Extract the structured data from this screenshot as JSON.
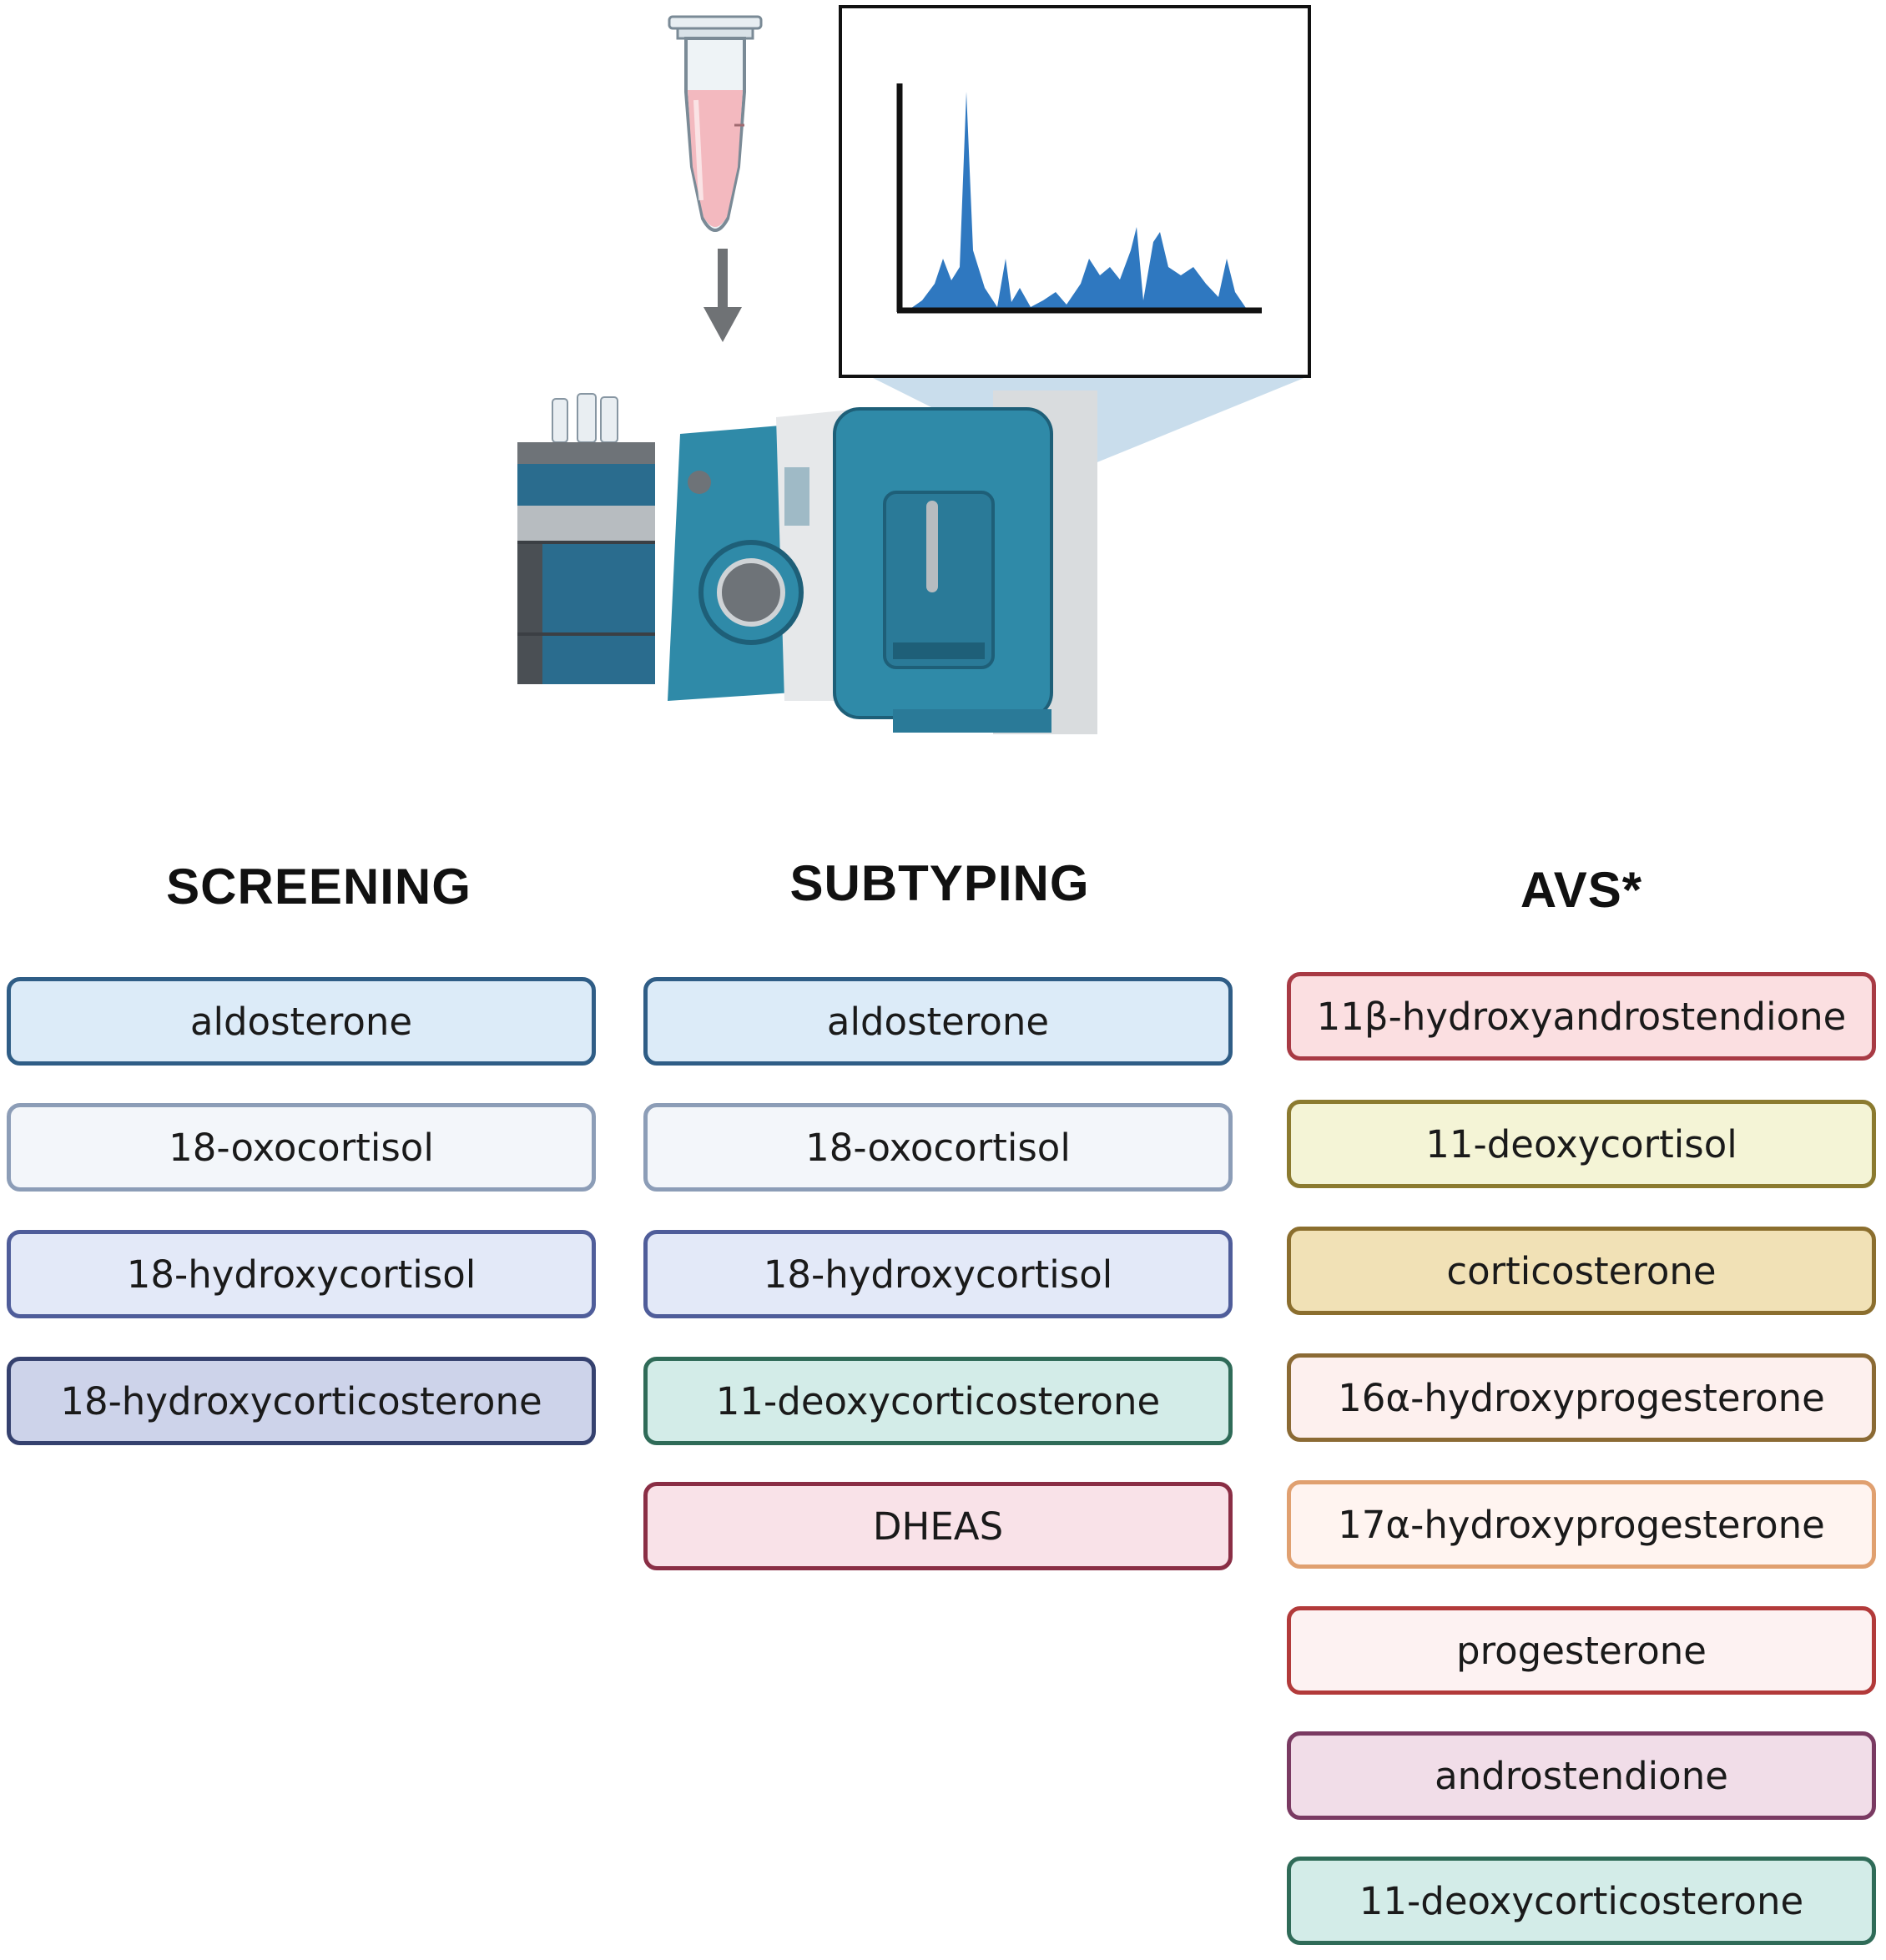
{
  "columns": [
    {
      "title": "SCREENING",
      "items": [
        {
          "label": "aldosterone",
          "fill": "#dcebf8",
          "border": "#2f5d86"
        },
        {
          "label": "18-oxocortisol",
          "fill": "#f3f6fa",
          "border": "#8c9db7"
        },
        {
          "label": "18-hydroxycortisol",
          "fill": "#e3e9f8",
          "border": "#4f5d9a"
        },
        {
          "label": "18-hydroxycorticosterone",
          "fill": "#cdd3ea",
          "border": "#35416f"
        }
      ]
    },
    {
      "title": "SUBTYPING",
      "items": [
        {
          "label": "aldosterone",
          "fill": "#dcebf8",
          "border": "#2f5d86"
        },
        {
          "label": "18-oxocortisol",
          "fill": "#f3f6fa",
          "border": "#8c9db7"
        },
        {
          "label": "18-hydroxycortisol",
          "fill": "#e3e9f8",
          "border": "#4f5d9a"
        },
        {
          "label": "11-deoxycorticosterone",
          "fill": "#d3ece8",
          "border": "#2f6b58"
        },
        {
          "label": "DHEAS",
          "fill": "#f9e2e8",
          "border": "#8a2e45"
        }
      ]
    },
    {
      "title": "AVS*",
      "items": [
        {
          "label": "11β-hydroxyandrostendione",
          "fill": "#fbdfe1",
          "border": "#a83a44"
        },
        {
          "label": "11-deoxycortisol",
          "fill": "#f4f4d6",
          "border": "#8b7a2f"
        },
        {
          "label": "corticosterone",
          "fill": "#f1e1b6",
          "border": "#8b6e2e"
        },
        {
          "label": "16α-hydroxyprogesterone",
          "fill": "#fdf0ee",
          "border": "#8b6a34"
        },
        {
          "label": "17α-hydroxyprogesterone",
          "fill": "#fff4f0",
          "border": "#e0a070"
        },
        {
          "label": "progesterone",
          "fill": "#fdf2f2",
          "border": "#b23a3a"
        },
        {
          "label": "androstendione",
          "fill": "#f1dde8",
          "border": "#7a3a62"
        },
        {
          "label": "11-deoxycorticosterone",
          "fill": "#d3ece8",
          "border": "#2f6b58"
        }
      ]
    }
  ],
  "icons": {
    "sample_tube": "microcentrifuge-tube-icon",
    "flow_arrow": "arrow-down-icon",
    "chromatogram": "chromatogram-icon",
    "instrument": "lc-ms-instrument-icon"
  }
}
